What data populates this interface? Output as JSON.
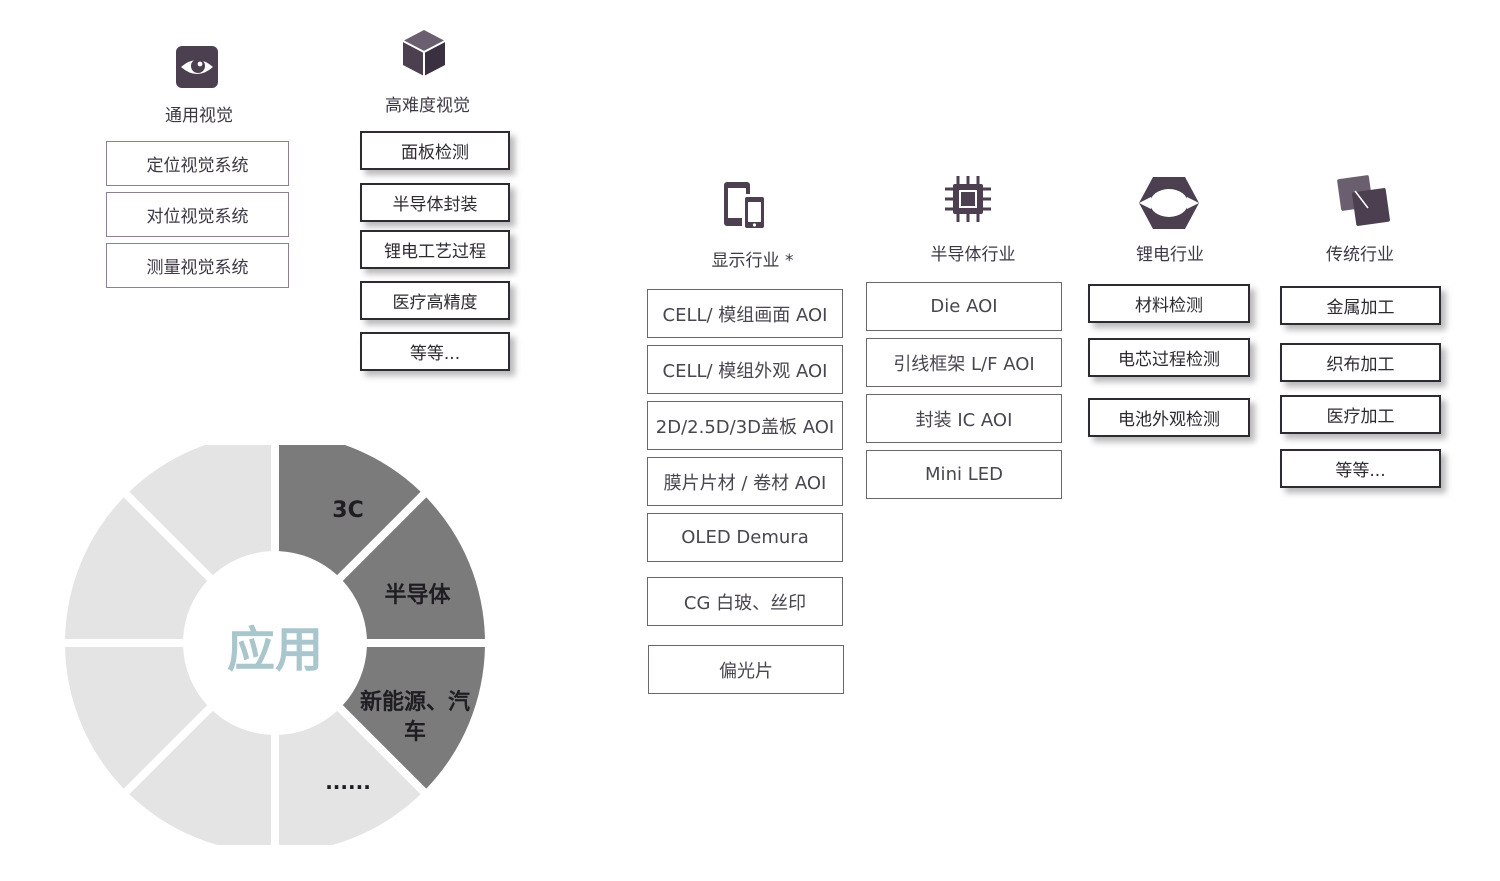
{
  "general_vision": {
    "title": "通用视觉",
    "icon": "eye-icon",
    "items": [
      "定位视觉系统",
      "对位视觉系统",
      "测量视觉系统"
    ]
  },
  "hard_vision": {
    "title": "高难度视觉",
    "icon": "cube-icon",
    "items": [
      "面板检测",
      "半导体封装",
      "锂电工艺过程",
      "医疗高精度",
      "等等..."
    ]
  },
  "display_industry": {
    "title": "显示行业 *",
    "icon": "mobile-devices-icon",
    "items": [
      "CELL/ 模组画面 AOI",
      "CELL/ 模组外观 AOI",
      "2D/2.5D/3D盖板 AOI",
      "膜片片材 / 卷材 AOI",
      "OLED Demura",
      "CG 白玻、丝印",
      "偏光片"
    ]
  },
  "semiconductor_industry": {
    "title": "半导体行业",
    "icon": "chip-icon",
    "items": [
      "Die AOI",
      "引线框架 L/F AOI",
      "封装 IC AOI",
      "Mini  LED"
    ]
  },
  "lithium_industry": {
    "title": "锂电行业",
    "icon": "ring-icon",
    "items": [
      "材料检测",
      "电芯过程检测",
      "电池外观检测"
    ]
  },
  "traditional_industry": {
    "title": "传统行业",
    "icon": "layers-icon",
    "items": [
      "金属加工",
      "织布加工",
      "医疗加工",
      "等等..."
    ]
  },
  "application_ring": {
    "center_label": "应用",
    "segments": [
      "3C",
      "半导体",
      "新能源、汽车",
      "......"
    ],
    "colors": {
      "active": "#7b7b7b",
      "inactive": "#e4e4e4",
      "center_text": "#a9c6cc"
    }
  }
}
